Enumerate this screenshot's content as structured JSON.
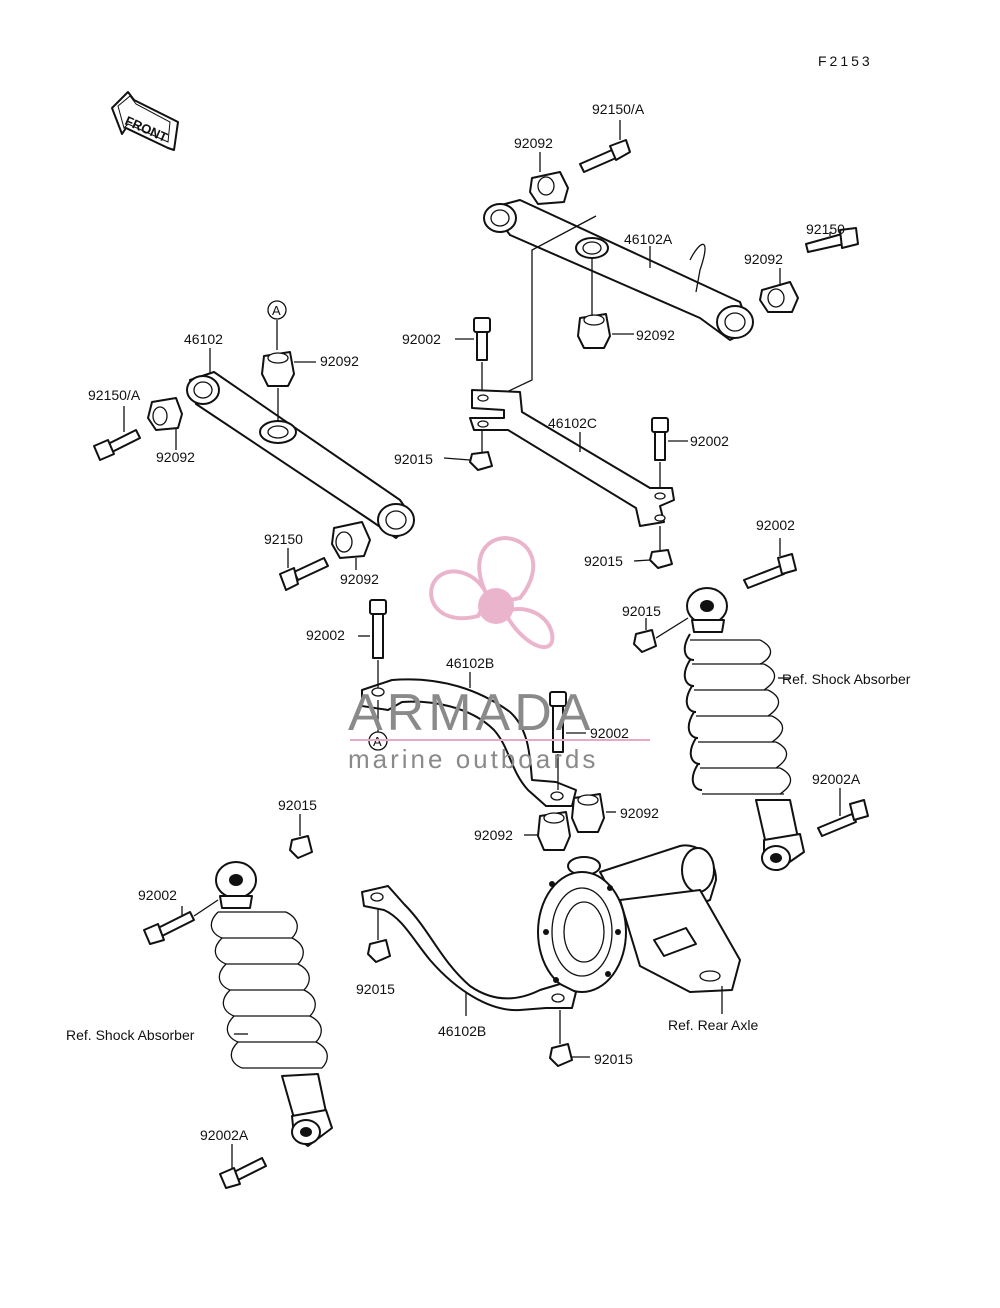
{
  "figure_code": "F2153",
  "front_label": "FRONT",
  "ref_marker": "A",
  "colors": {
    "ink": "#111111",
    "watermark_pink": "#e7a9c4",
    "watermark_gray": "#8a8a8a"
  },
  "parts": {
    "p92150A_top": "92150/A",
    "p92092_top_left": "92092",
    "p46102A": "46102A",
    "p92150_top_right": "92150",
    "p92092_top_right": "92092",
    "p92002_top": "92002",
    "p92092_top_mid": "92092",
    "p46102": "46102",
    "p92092_left_top": "92092",
    "p92150A_left": "92150/A",
    "p92092_left_bush": "92092",
    "p92015_mid": "92015",
    "p46102C": "46102C",
    "p92002_right_c": "92002",
    "p92150_left": "92150",
    "p92092_left_low": "92092",
    "p92015_c_end": "92015",
    "p92002_right_shock": "92002",
    "p92015_right_shock": "92015",
    "p92002_center": "92002",
    "p46102B_top": "46102B",
    "p92002_center_b": "92002",
    "p92002A_right": "92002A",
    "p92092_axle_right": "92092",
    "p92092_axle_left": "92092",
    "p92015_left_shock": "92015",
    "p92002_left_shock": "92002",
    "p92015_bracket": "92015",
    "p46102B_bottom": "46102B",
    "p92015_bottom": "92015",
    "p92002A_left": "92002A"
  },
  "refs": {
    "shock_right": "Ref. Shock Absorber",
    "shock_left": "Ref. Shock Absorber",
    "rear_axle": "Ref. Rear Axle"
  },
  "watermark": {
    "brand": "ARMADA",
    "tagline": "marine outboards",
    "logo": "propeller-logo"
  }
}
